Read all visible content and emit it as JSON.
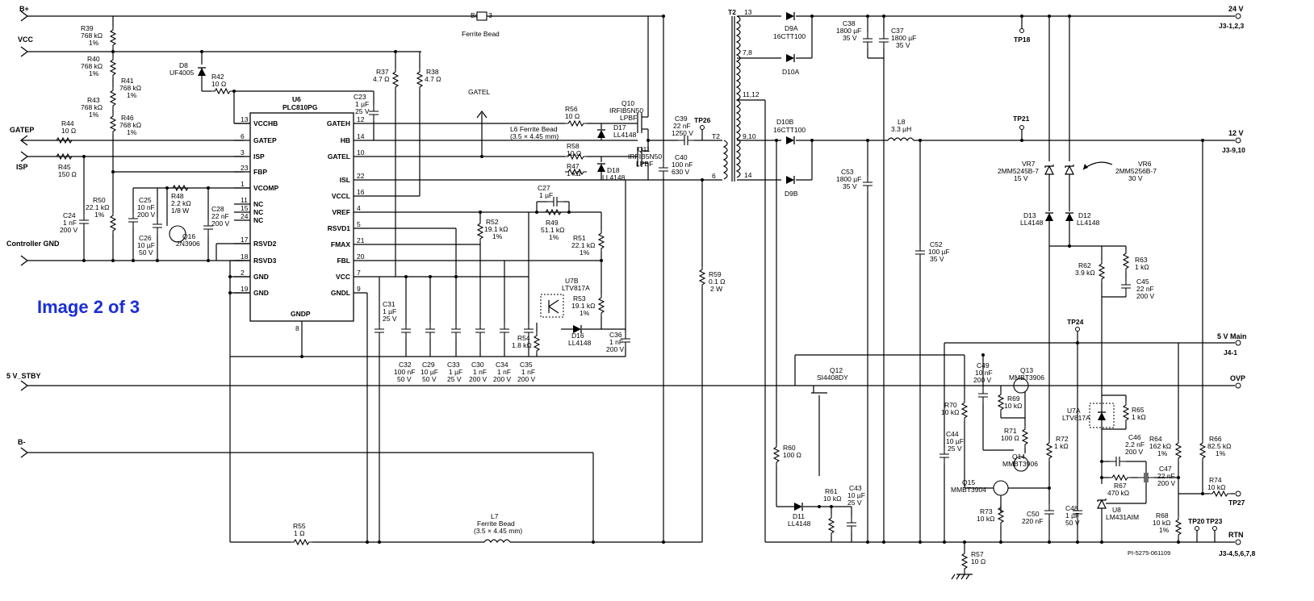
{
  "badge": "Image 2 of 3",
  "doc_id": "PI-5275-061109",
  "input_nets": [
    "B+",
    "VCC",
    "GATEP",
    "ISP",
    "Controller GND",
    "5 V_STBY",
    "B-"
  ],
  "output_nets": [
    {
      "name": "24 V",
      "conn": "J3-1,2,3"
    },
    {
      "name": "12 V",
      "conn": "J3-9,10"
    },
    {
      "name": "5 V Main",
      "conn": "J4-1"
    },
    {
      "name": "OVP",
      "conn": ""
    },
    {
      "name": "RTN",
      "conn": "J3-4,5,6,7,8"
    }
  ],
  "ic": {
    "ref": "U6",
    "part": "PLC810PG",
    "left_pins": [
      {
        "num": "13",
        "name": "VCCHB"
      },
      {
        "num": "6",
        "name": "GATEP"
      },
      {
        "num": "3",
        "name": "ISP"
      },
      {
        "num": "23",
        "name": "FBP"
      },
      {
        "num": "1",
        "name": "VCOMP"
      },
      {
        "num": "11",
        "name": "NC"
      },
      {
        "num": "15",
        "name": "NC"
      },
      {
        "num": "24",
        "name": "NC"
      },
      {
        "num": "17",
        "name": "RSVD2"
      },
      {
        "num": "18",
        "name": "RSVD3"
      },
      {
        "num": "2",
        "name": "GND"
      },
      {
        "num": "19",
        "name": "GND"
      }
    ],
    "right_pins": [
      {
        "num": "12",
        "name": "GATEH"
      },
      {
        "num": "14",
        "name": "HB"
      },
      {
        "num": "10",
        "name": "GATEL"
      },
      {
        "num": "22",
        "name": "ISL"
      },
      {
        "num": "16",
        "name": "VCCL"
      },
      {
        "num": "4",
        "name": "VREF"
      },
      {
        "num": "5",
        "name": "RSVD1"
      },
      {
        "num": "21",
        "name": "FMAX"
      },
      {
        "num": "20",
        "name": "FBL"
      },
      {
        "num": "7",
        "name": "VCC"
      },
      {
        "num": "9",
        "name": "GNDL"
      }
    ],
    "bottom_pin": {
      "num": "8",
      "name": "GNDP"
    }
  },
  "tps": [
    "TP18",
    "TP21",
    "TP24",
    "TP26",
    "TP27",
    "TP20",
    "TP23"
  ],
  "parts": {
    "R39": [
      "R39",
      "768 kΩ",
      "1%"
    ],
    "R40": [
      "R40",
      "768 kΩ",
      "1%"
    ],
    "R41": [
      "R41",
      "768 kΩ",
      "1%"
    ],
    "R43": [
      "R43",
      "768 kΩ",
      "1%"
    ],
    "R46": [
      "R46",
      "768 kΩ",
      "1%"
    ],
    "D8": [
      "D8",
      "UF4005"
    ],
    "R42": [
      "R42",
      "10 Ω"
    ],
    "R44": [
      "R44",
      "10 Ω"
    ],
    "R45": [
      "R45",
      "150 Ω"
    ],
    "R50": [
      "R50",
      "22.1 kΩ",
      "1%"
    ],
    "C24": [
      "C24",
      "1 nF",
      "200 V"
    ],
    "C25": [
      "C25",
      "10 nF",
      "200 V"
    ],
    "C26": [
      "C26",
      "10 µF",
      "50 V"
    ],
    "R48": [
      "R48",
      "2.2 kΩ",
      "1/8 W"
    ],
    "C28": [
      "C28",
      "22 nF",
      "200 V"
    ],
    "Q16": [
      "Q16",
      "2N3906"
    ],
    "R37": [
      "R37",
      "4.7 Ω"
    ],
    "R38": [
      "R38",
      "4.7 Ω"
    ],
    "C23": [
      "C23",
      "1 µF",
      "25 V"
    ],
    "GATEL": [
      "GATEL"
    ],
    "R56": [
      "R56",
      "10 Ω"
    ],
    "D17": [
      "D17",
      "LL4148"
    ],
    "L6": [
      "L6 Ferrite Bead",
      "(3.5 × 4.45 mm)"
    ],
    "R58": [
      "R58",
      "10 Ω"
    ],
    "R47": [
      "R47",
      "1 kΩ"
    ],
    "D18": [
      "D18",
      "LL4148"
    ],
    "Q10": [
      "Q10",
      "IRFIB5N50",
      "LPBF"
    ],
    "Q11": [
      "Q11",
      "IRFIB5N50",
      "LPBF"
    ],
    "Bead3": [
      "Bead 3",
      "Ferrite Bead"
    ],
    "C39": [
      "C39",
      "22 nF",
      "1250 V"
    ],
    "C40": [
      "C40",
      "100 nF",
      "630 V"
    ],
    "R59": [
      "R59",
      "0.1 Ω",
      "2 W"
    ],
    "R52": [
      "R52",
      "19.1 kΩ",
      "1%"
    ],
    "C27": [
      "C27",
      "1 µF"
    ],
    "R49": [
      "R49",
      "51.1 kΩ",
      "1%"
    ],
    "R51": [
      "R51",
      "22.1 kΩ",
      "1%"
    ],
    "U7B": [
      "U7B",
      "LTV817A"
    ],
    "R53": [
      "R53",
      "19.1 kΩ",
      "1%"
    ],
    "R54": [
      "R54",
      "1.8 kΩ"
    ],
    "D16": [
      "D16",
      "LL4148"
    ],
    "C36": [
      "C36",
      "1 nF",
      "200 V"
    ],
    "C31": [
      "C31",
      "1 µF",
      "25 V"
    ],
    "C32": [
      "C32",
      "100 nF",
      "50 V"
    ],
    "C29": [
      "C29",
      "10 µF",
      "50 V"
    ],
    "C33": [
      "C33",
      "1 µF",
      "25 V"
    ],
    "C30": [
      "C30",
      "1 nF",
      "200 V"
    ],
    "C34": [
      "C34",
      "1 nF",
      "200 V"
    ],
    "C35": [
      "C35",
      "1 nF",
      "200 V"
    ],
    "R55": [
      "R55",
      "1 Ω"
    ],
    "L7": [
      "L7",
      "Ferrite Bead",
      "(3.5 × 4.45 mm)"
    ],
    "T2": [
      "T2"
    ],
    "D9A": [
      "D9A",
      "16CTT100"
    ],
    "D10A": [
      "D10A"
    ],
    "D10B": [
      "D10B",
      "16CTT100"
    ],
    "D9B": [
      "D9B"
    ],
    "C38": [
      "C38",
      "1800 µF",
      "35 V"
    ],
    "C37": [
      "C37",
      "1800 µF",
      "35 V"
    ],
    "L8": [
      "L8",
      "3.3 µH"
    ],
    "C53": [
      "C53",
      "1800 µF",
      "35 V"
    ],
    "C52": [
      "C52",
      "100 µF",
      "35 V"
    ],
    "VR7": [
      "VR7",
      "2MM5245B-7",
      "15 V"
    ],
    "VR6": [
      "VR6",
      "2MM5256B-7",
      "30 V"
    ],
    "D13": [
      "D13",
      "LL4148"
    ],
    "D12": [
      "D12",
      "LL4148"
    ],
    "R62": [
      "R62",
      "3.9 kΩ"
    ],
    "R63": [
      "R63",
      "1 kΩ"
    ],
    "C45": [
      "C45",
      "22 nF",
      "200 V"
    ],
    "Q12": [
      "Q12",
      "SI4408DY"
    ],
    "C49": [
      "C49",
      "10 nF",
      "200 V"
    ],
    "Q13": [
      "Q13",
      "MMBT3906"
    ],
    "R69": [
      "R69",
      "10 kΩ"
    ],
    "R70": [
      "R70",
      "10 kΩ"
    ],
    "R71": [
      "R71",
      "100 Ω"
    ],
    "R72": [
      "R72",
      "1 kΩ"
    ],
    "Q14": [
      "Q14",
      "MMBT3906"
    ],
    "Q15": [
      "Q15",
      "MMBT3904"
    ],
    "C44": [
      "C44",
      "10 µF",
      "25 V"
    ],
    "R60": [
      "R60",
      "100 Ω"
    ],
    "D11": [
      "D11",
      "LL4148"
    ],
    "R61": [
      "R61",
      "10 kΩ"
    ],
    "C43": [
      "C43",
      "10 µF",
      "25 V"
    ],
    "R73": [
      "R73",
      "10 kΩ"
    ],
    "C50": [
      "C50",
      "220 nF"
    ],
    "C48": [
      "C48",
      "1 µF",
      "50 V"
    ],
    "R57": [
      "R57",
      "10 Ω"
    ],
    "U7A": [
      "U7A",
      "LTV817A"
    ],
    "R65": [
      "R65",
      "1 kΩ"
    ],
    "C46": [
      "C46",
      "2.2 nF",
      "200 V"
    ],
    "R67": [
      "R67",
      "470 kΩ"
    ],
    "C47": [
      "C47",
      "22 nF",
      "200 V"
    ],
    "U8": [
      "U8",
      "LM431AIM"
    ],
    "R64": [
      "R64",
      "162 kΩ",
      "1%"
    ],
    "R66": [
      "R66",
      "82.5 kΩ",
      "1%"
    ],
    "R74": [
      "R74",
      "10 kΩ"
    ],
    "R68": [
      "R68",
      "10 kΩ",
      "1%"
    ]
  }
}
